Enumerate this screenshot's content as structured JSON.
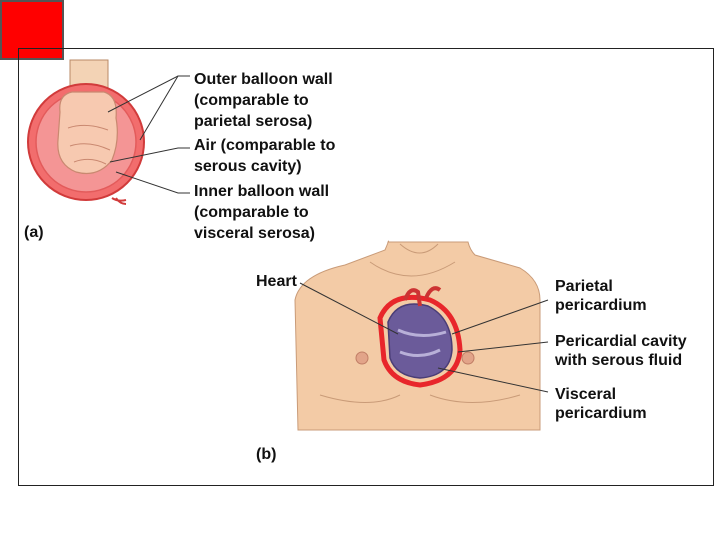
{
  "panel_a": {
    "letter": "(a)",
    "labels": {
      "outer_1": "Outer balloon wall",
      "outer_2": "(comparable to",
      "outer_3": "parietal serosa)",
      "air_1": "Air (comparable to",
      "air_2": "serous cavity)",
      "inner_1": "Inner balloon wall",
      "inner_2": "(comparable to",
      "inner_3": "visceral serosa)"
    }
  },
  "panel_b": {
    "letter": "(b)",
    "labels": {
      "heart": "Heart",
      "parietal_1": "Parietal",
      "parietal_2": "pericardium",
      "cavity_1": "Pericardial cavity",
      "cavity_2": "with serous fluid",
      "visceral_1": "Visceral",
      "visceral_2": "pericardium"
    }
  },
  "colors": {
    "corner_square": "#ff0000",
    "balloon": "#f26d6d",
    "skin": "#f3cba6",
    "heart": "#6b5b9a",
    "pericardium": "#e8262b"
  }
}
